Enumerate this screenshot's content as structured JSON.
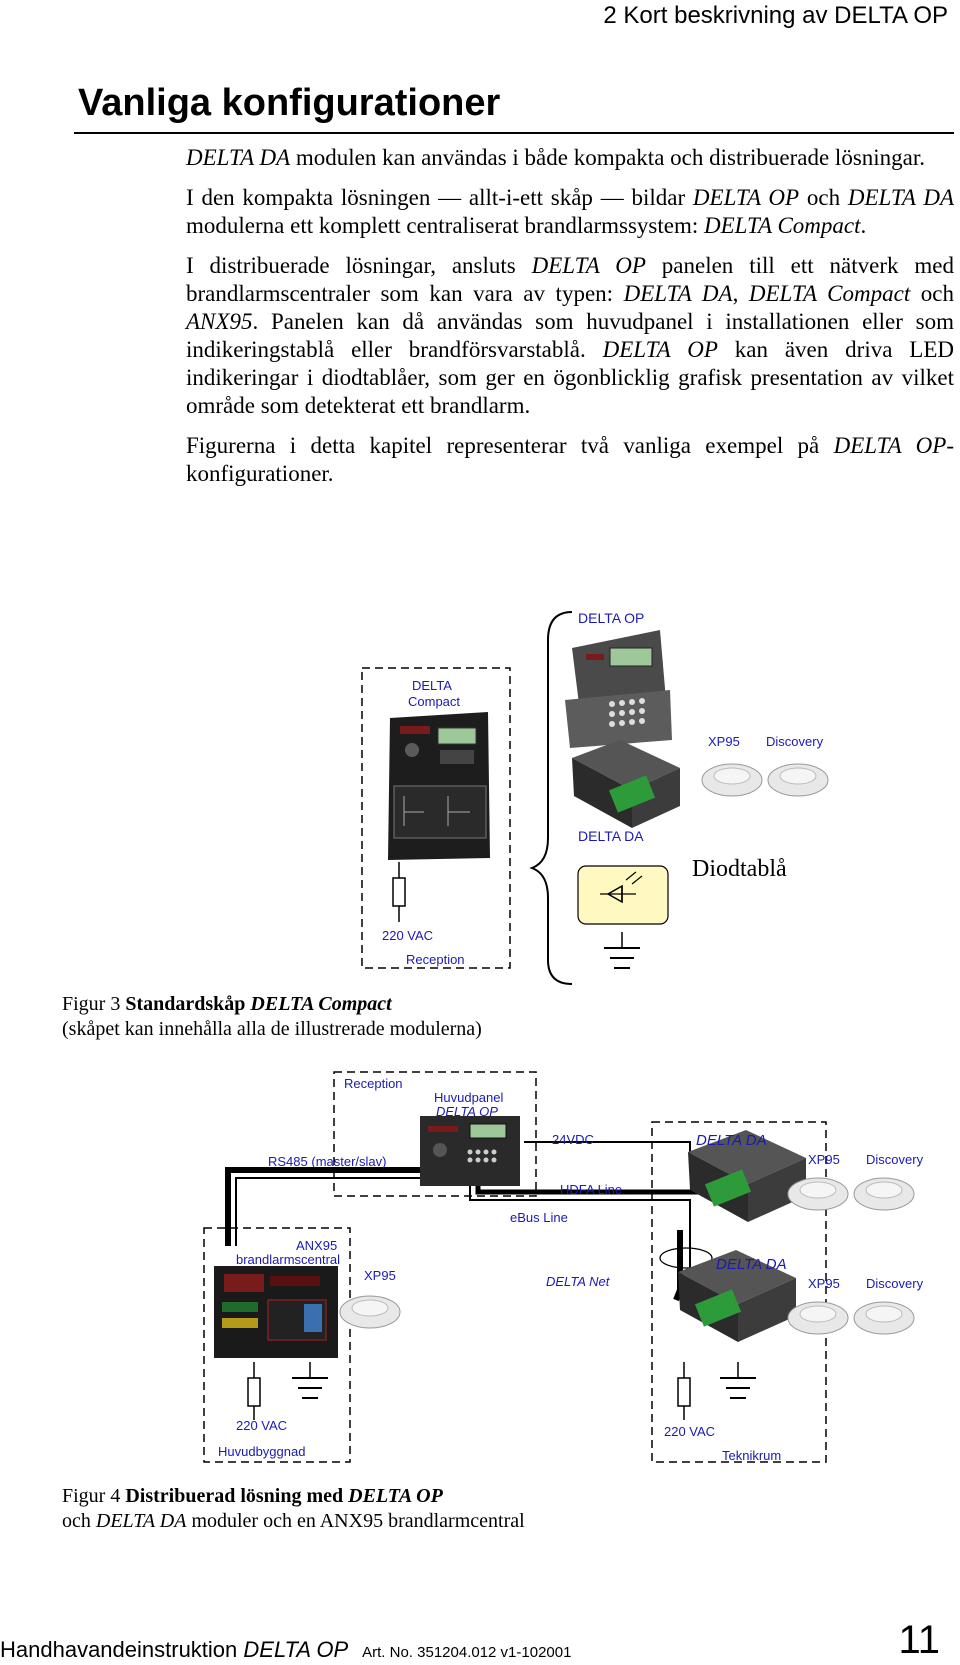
{
  "header": {
    "chapter": "2 Kort beskrivning av DELTA OP"
  },
  "section_title": "Vanliga konfigurationer",
  "paragraphs": {
    "p1_a": "DELTA DA",
    "p1_b": " modulen kan användas i både kompakta och distribuerade lösningar.",
    "p2_a": "I den kompakta lösningen — allt-i-ett skåp — bildar ",
    "p2_b": "DELTA OP",
    "p2_c": " och ",
    "p2_d": "DELTA DA",
    "p2_e": " modulerna ett komplett centraliserat brandlarmssystem: ",
    "p2_f": "DELTA Compact",
    "p2_g": ".",
    "p3_a": "I distribuerade lösningar, ansluts ",
    "p3_b": "DELTA OP",
    "p3_c": " panelen till ett nätverk med brandlarmscentraler som kan vara av typen: ",
    "p3_d": "DELTA DA",
    "p3_e": ", ",
    "p3_f": "DELTA Compact",
    "p3_g": " och ",
    "p3_h": "ANX95",
    "p3_i": ". Panelen kan då användas som huvudpanel i installationen eller som indikeringstablå eller brandförsvarstablå. ",
    "p3_j": "DELTA OP",
    "p3_k": " kan även driva LED indikeringar i diodtablåer, som ger en ögonblicklig grafisk presentation av vilket område som detekterat ett brandlarm.",
    "p4_a": "Figurerna i detta kapitel representerar två vanliga exempel på ",
    "p4_b": "DELTA OP",
    "p4_c": "-konfigurationer."
  },
  "figure3": {
    "delta_op": "DELTA OP",
    "delta_compact_1": "DELTA",
    "delta_compact_2": "Compact",
    "xp95": "XP95",
    "discovery": "Discovery",
    "delta_da": "DELTA DA",
    "diodtabla": "Diodtablå",
    "vac": "220 VAC",
    "reception": "Reception",
    "caption_num": "Figur 3  ",
    "caption_bold": "Standardskåp ",
    "caption_bold_italic": "DELTA Compact",
    "caption_line2": "(skåpet kan innehålla alla de illustrerade modulerna)"
  },
  "figure4": {
    "reception": "Reception",
    "huvudpanel_1": "Huvudpanel",
    "huvudpanel_2": "DELTA OP",
    "rs485": "RS485 (master/slav)",
    "vdc": "24VDC",
    "delta_da_1": "DELTA DA",
    "xp95_1": "XP95",
    "discovery_1": "Discovery",
    "hdfa": "HDFA Line",
    "ebus": "eBus Line",
    "anx95_1": "ANX95",
    "anx95_2": "brandlarmscentral",
    "xp95_anx": "XP95",
    "delta_net": "DELTA Net",
    "delta_da_2": "DELTA DA",
    "xp95_2": "XP95",
    "discovery_2": "Discovery",
    "vac_1": "220 VAC",
    "huvudbyggnad": "Huvudbyggnad",
    "vac_2": "220 VAC",
    "teknikrum": "Teknikrum",
    "caption_num": "Figur 4  ",
    "caption_bold": "Distribuerad lösning med ",
    "caption_bold_italic": "DELTA OP",
    "caption_line2_a": " och ",
    "caption_line2_b": "DELTA DA",
    "caption_line2_c": " moduler och en ANX95 brandlarmcentral"
  },
  "footer": {
    "manual": "Handhavandeinstruktion  ",
    "product": "DELTA OP",
    "art": "Art. No. 351204.012 v1-102001",
    "page": "11"
  },
  "colors": {
    "label_blue": "#1a1ab4",
    "diodtabla_fill": "#fff8c0",
    "terminal_green": "#2e9b3a"
  }
}
